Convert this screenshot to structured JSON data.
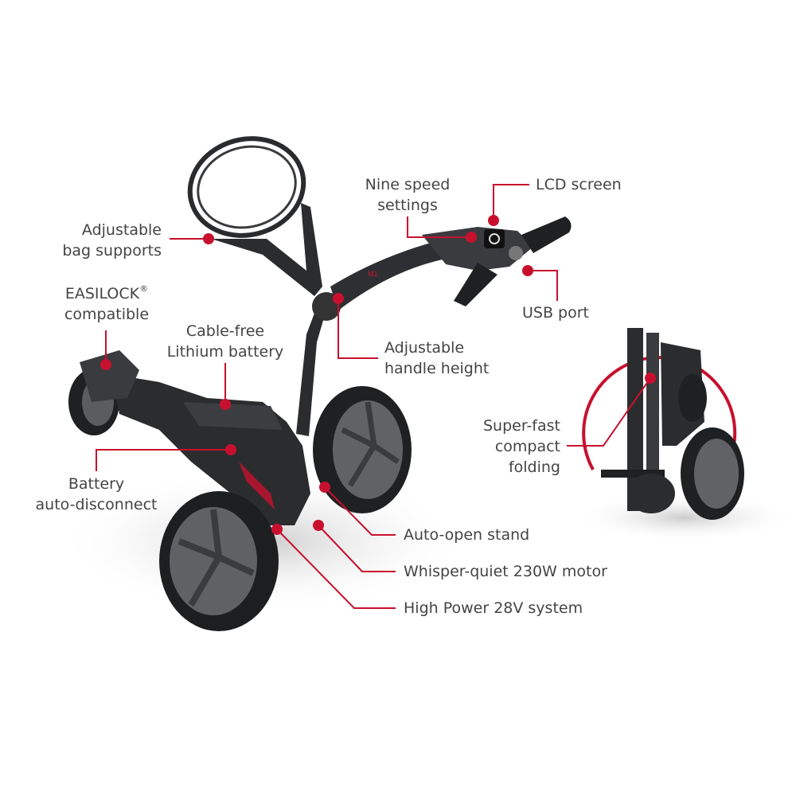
{
  "colors": {
    "accent": "#c8102e",
    "text": "#444444",
    "frame": "#2b2c2e"
  },
  "product_logo": "M1",
  "callouts": {
    "bag_supports": [
      "Adjustable",
      "bag supports"
    ],
    "nine_speed": [
      "Nine speed",
      "settings"
    ],
    "lcd": "LCD screen",
    "usb": "USB port",
    "easilock": [
      "EASILOCK",
      "®",
      "compatible"
    ],
    "battery": [
      "Cable-free",
      "Lithium battery"
    ],
    "handle_height": [
      "Adjustable",
      "handle height"
    ],
    "disconnect": [
      "Battery",
      "auto-disconnect"
    ],
    "stand": "Auto-open stand",
    "motor": "Whisper-quiet 230W motor",
    "power": "High Power 28V system",
    "folding": [
      "Super-fast",
      "compact",
      "folding"
    ]
  }
}
